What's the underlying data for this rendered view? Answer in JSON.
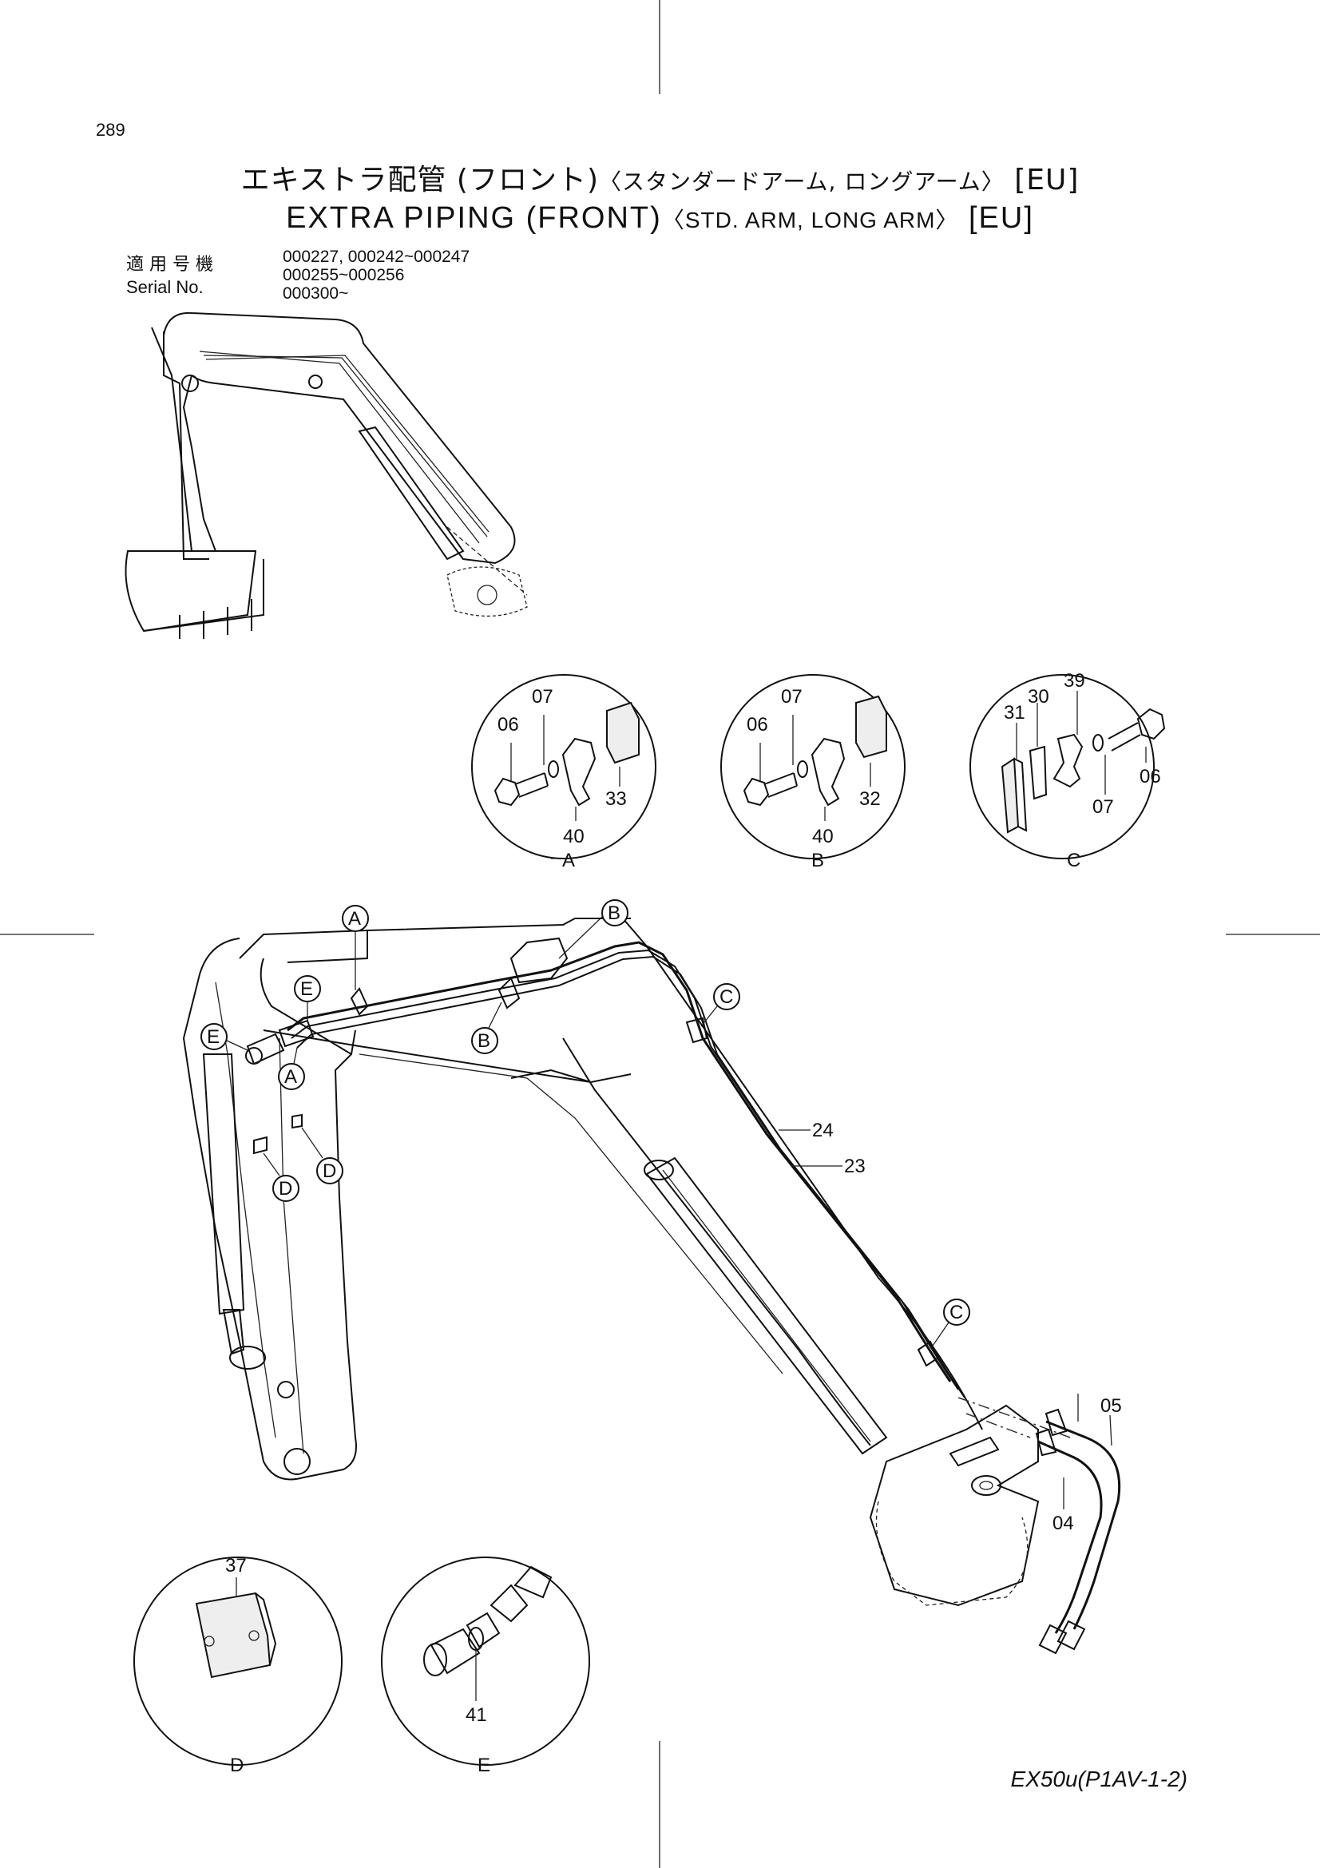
{
  "page_number": "289",
  "title": {
    "jp_main": "エキストラ配管 (フロント)",
    "jp_sub": "〈スタンダードアーム, ロングアーム〉",
    "jp_region": " [EU]",
    "en_main": "EXTRA  PIPING  (FRONT)",
    "en_sub": "〈STD. ARM, LONG ARM〉",
    "en_region": " [EU]"
  },
  "serial": {
    "label_jp": "適 用 号 機",
    "label_en": "Serial  No.",
    "values": [
      "000227, 000242~000247",
      "000255~000256",
      "000300~"
    ]
  },
  "details": {
    "A": {
      "letter": "A",
      "parts": [
        "06",
        "07",
        "40",
        "33"
      ]
    },
    "B": {
      "letter": "B",
      "parts": [
        "06",
        "07",
        "40",
        "32"
      ]
    },
    "C": {
      "letter": "C",
      "parts": [
        "31",
        "30",
        "39",
        "06",
        "07"
      ]
    },
    "D": {
      "letter": "D",
      "parts": [
        "37"
      ]
    },
    "E": {
      "letter": "E",
      "parts": [
        "41"
      ]
    }
  },
  "callouts": {
    "a": "A",
    "b": "B",
    "c": "C",
    "d": "D",
    "e": "E"
  },
  "main_parts": {
    "p24": "24",
    "p23": "23",
    "p05": "05",
    "p04": "04"
  },
  "footer": {
    "model_code": "EX50u(P1AV-1-2)"
  }
}
